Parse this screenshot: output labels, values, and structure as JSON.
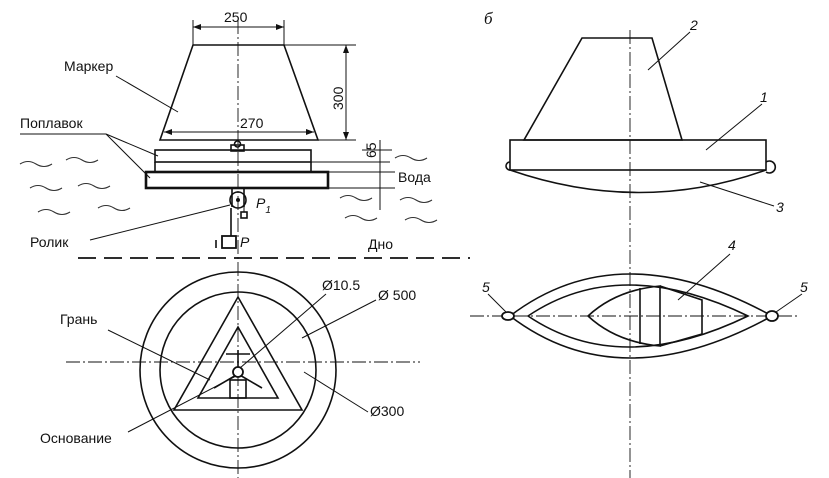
{
  "panel_a": {
    "labels": {
      "marker": "Маркер",
      "float": "Поплавок",
      "roller": "Ролик",
      "water": "Вода",
      "bottom": "Дно",
      "face": "Грань",
      "base": "Основание"
    },
    "dimensions": {
      "top_width": "250",
      "mid_width": "270",
      "height": "300",
      "float_height": "65",
      "d_small": "Ø10.5",
      "d_outer": "Ø 500",
      "d_inner": "Ø300"
    },
    "forces": {
      "p1_letter": "P",
      "p1_index": "1",
      "p": "P"
    }
  },
  "panel_b": {
    "letter": "б",
    "parts": [
      "1",
      "2",
      "3",
      "4",
      "5",
      "5"
    ]
  }
}
